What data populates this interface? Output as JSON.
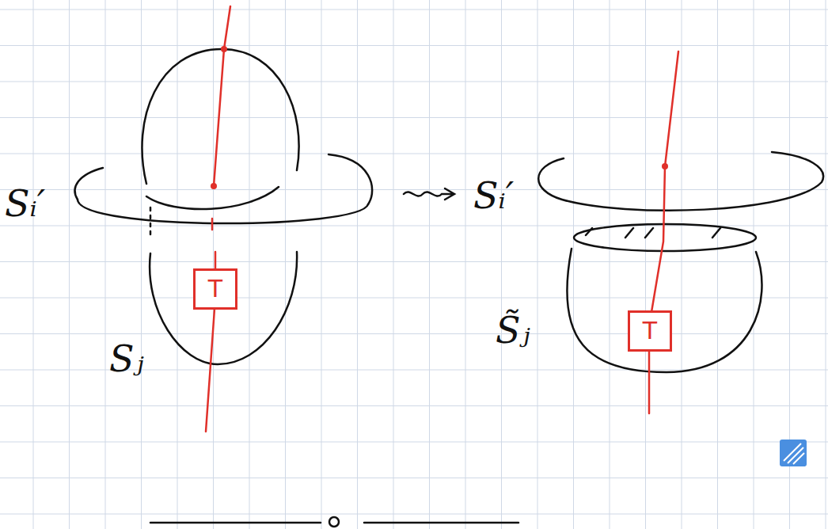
{
  "diagram": {
    "nodes": [
      {
        "text": [
          "T"
        ]
      },
      {
        "text": [
          "T"
        ]
      }
    ],
    "labels": [
      "Sᵢ′",
      "Sⱼ",
      "Sᵢ′",
      "S̃ⱼ"
    ]
  }
}
